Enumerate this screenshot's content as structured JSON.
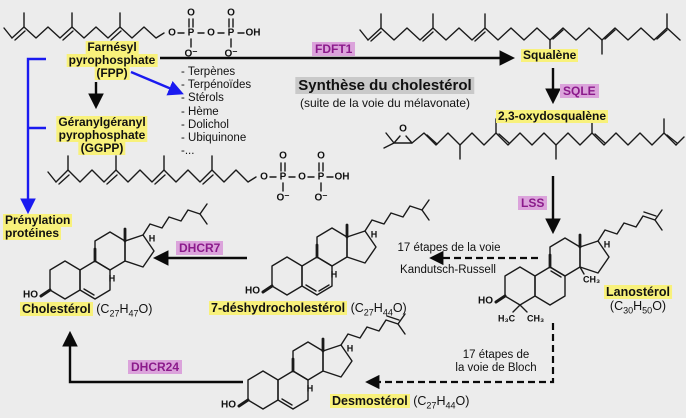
{
  "title": {
    "main": "Synthèse du cholestérol",
    "subtitle": "(suite de la voie du mélavonate)"
  },
  "colors": {
    "background": "#ececec",
    "highlight_yellow": "#f8f17b",
    "highlight_orange": "#f4a878",
    "enzyme_text": "#8b1a8b",
    "enzyme_bg": "#dba3db",
    "title_bg": "#c9c9c9",
    "blue_arrow": "#1a1af0",
    "black": "#111111"
  },
  "nodes": {
    "fpp": {
      "line1": "Farnésyl",
      "line2": "pyrophosphate",
      "line3": "(FPP)"
    },
    "ggpp": {
      "line1": "Géranylgéranyl",
      "line2": "pyrophosphate",
      "line3": "(GGPP)"
    },
    "prenylation": {
      "line1": "Prénylation",
      "line2": "protéines"
    },
    "squalene": {
      "name": "Squalène"
    },
    "oxydosqualene": {
      "name": "2,3-oxydosqualène"
    },
    "lanosterol": {
      "name": "Lanostérol",
      "formula": {
        "pre": "(C",
        "n1": "30",
        "mid": "H",
        "n2": "50",
        "post": "O)"
      }
    },
    "cholesterol": {
      "name": "Cholestérol",
      "formula": {
        "pre": "(C",
        "n1": "27",
        "mid": "H",
        "n2": "47",
        "post": "O)"
      }
    },
    "dhc7": {
      "name": "7-déshydrocholestérol",
      "formula": {
        "pre": "(C",
        "n1": "27",
        "mid": "H",
        "n2": "44",
        "post": "O)"
      }
    },
    "desmosterol": {
      "name": "Desmostérol",
      "formula": {
        "pre": "(C",
        "n1": "27",
        "mid": "H",
        "n2": "44",
        "post": "O)"
      }
    }
  },
  "enzymes": {
    "fdft1": "FDFT1",
    "sqle": "SQLE",
    "lss": "LSS",
    "dhcr7": "DHCR7",
    "dhcr24": "DHCR24"
  },
  "products_list": {
    "items": [
      "- Terpènes",
      "- Terpénoïdes",
      "- Stérols",
      "- Hème",
      "- Dolichol",
      "- Ubiquinone",
      "-..."
    ]
  },
  "annotations": {
    "kandutsch": {
      "line1": "17 étapes de la voie",
      "line2": "Kandutsch-Russell"
    },
    "bloch": {
      "line1": "17 étapes de",
      "line2": "la voie de Bloch"
    }
  },
  "atoms": {
    "o": "O",
    "p": "P",
    "oh": "OH",
    "ominus": "O⁻",
    "ho": "HO",
    "h": "H",
    "ch3": "CH₃",
    "h3c": "H₃C"
  }
}
